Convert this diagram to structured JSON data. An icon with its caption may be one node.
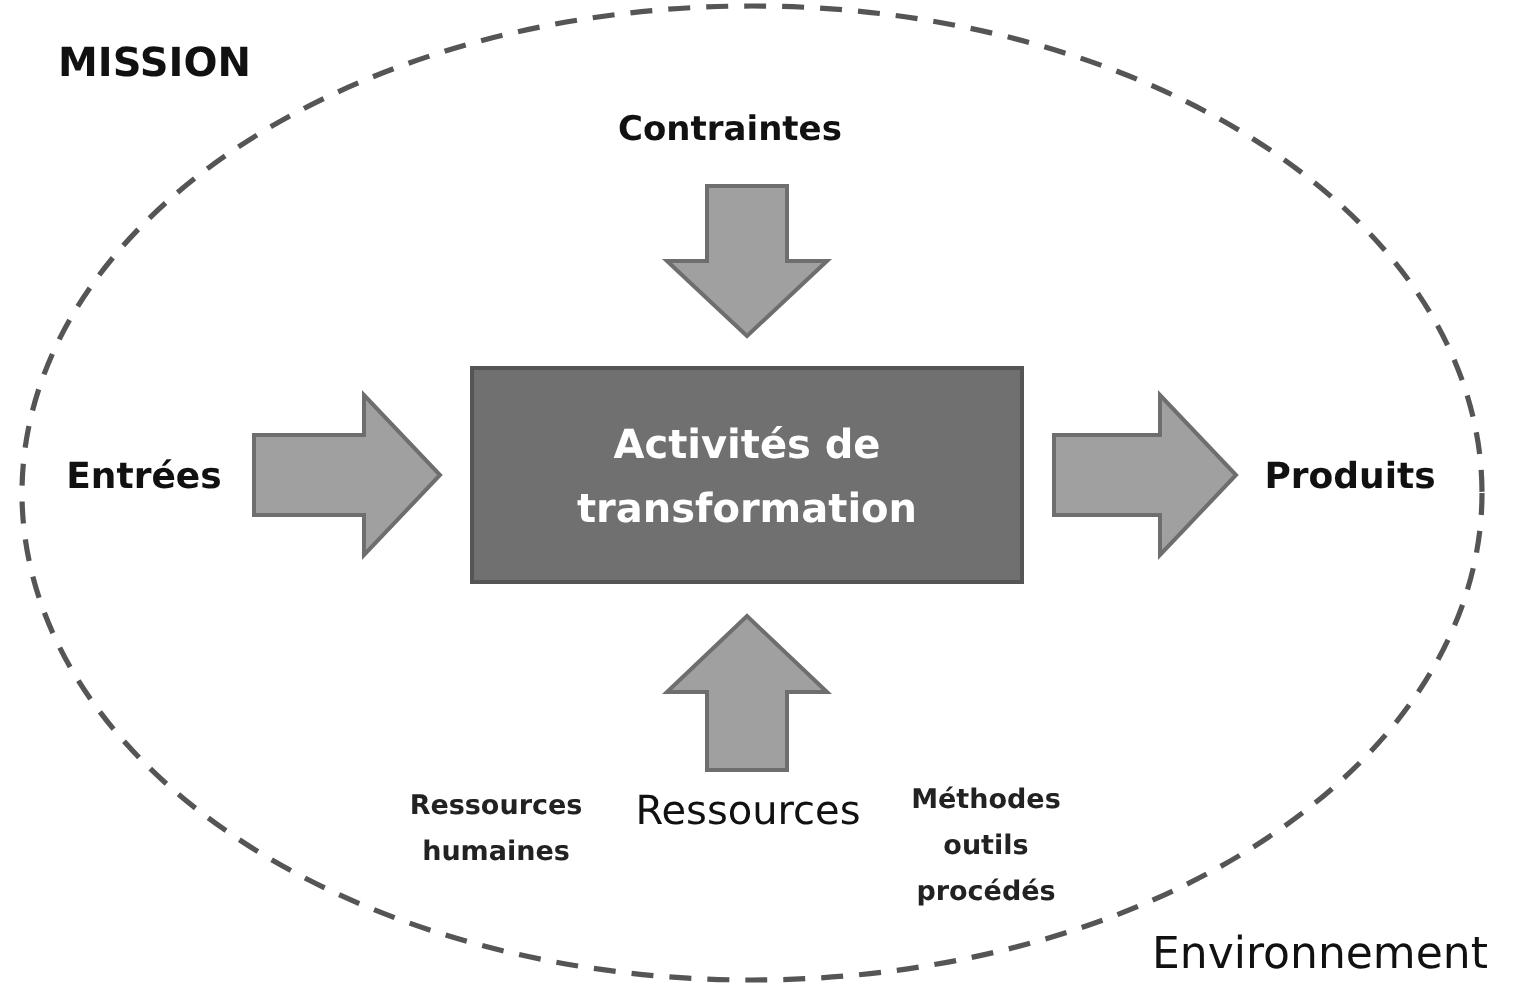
{
  "diagram": {
    "nodes": [
      {
        "text": [],
        "shape": "ellipse"
      },
      {
        "text": [
          "Contraintes"
        ],
        "in": 0
      },
      {
        "text": [
          "Entrées"
        ],
        "in": 0
      },
      {
        "text": [
          "Activités de transformation"
        ],
        "in": 0
      },
      {
        "text": [
          "Produits"
        ],
        "in": 0
      },
      {
        "text": [
          "Ressources"
        ],
        "in": 0,
        "beside": [
          "Ressources humaines",
          "Méthodes outils procédés"
        ]
      }
    ],
    "edges": [
      {
        "from": 1,
        "to": 3,
        "arrow": "to"
      },
      {
        "from": 2,
        "to": 3,
        "arrow": "to"
      },
      {
        "from": 3,
        "to": 4,
        "arrow": "to"
      },
      {
        "from": 5,
        "to": 3,
        "arrow": "to"
      }
    ],
    "labels": [
      "MISSION",
      "Environnement"
    ]
  }
}
